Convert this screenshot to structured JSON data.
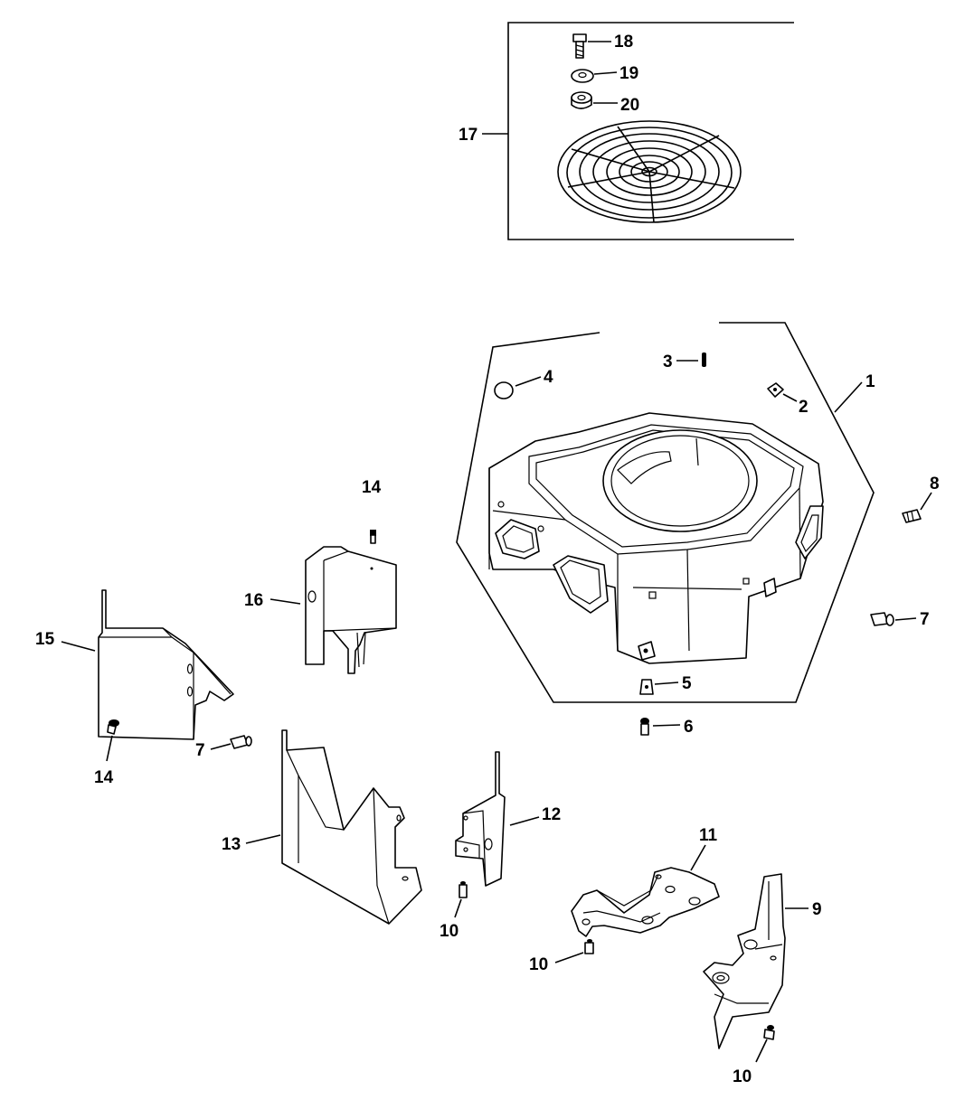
{
  "callouts": {
    "c1": "1",
    "c2": "2",
    "c3": "3",
    "c4": "4",
    "c5": "5",
    "c6": "6",
    "c7a": "7",
    "c7b": "7",
    "c8": "8",
    "c9": "9",
    "c10a": "10",
    "c10b": "10",
    "c10c": "10",
    "c11": "11",
    "c12": "12",
    "c13": "13",
    "c14a": "14",
    "c14b": "14",
    "c15": "15",
    "c16": "16",
    "c17": "17",
    "c18": "18",
    "c19": "19",
    "c20": "20"
  }
}
